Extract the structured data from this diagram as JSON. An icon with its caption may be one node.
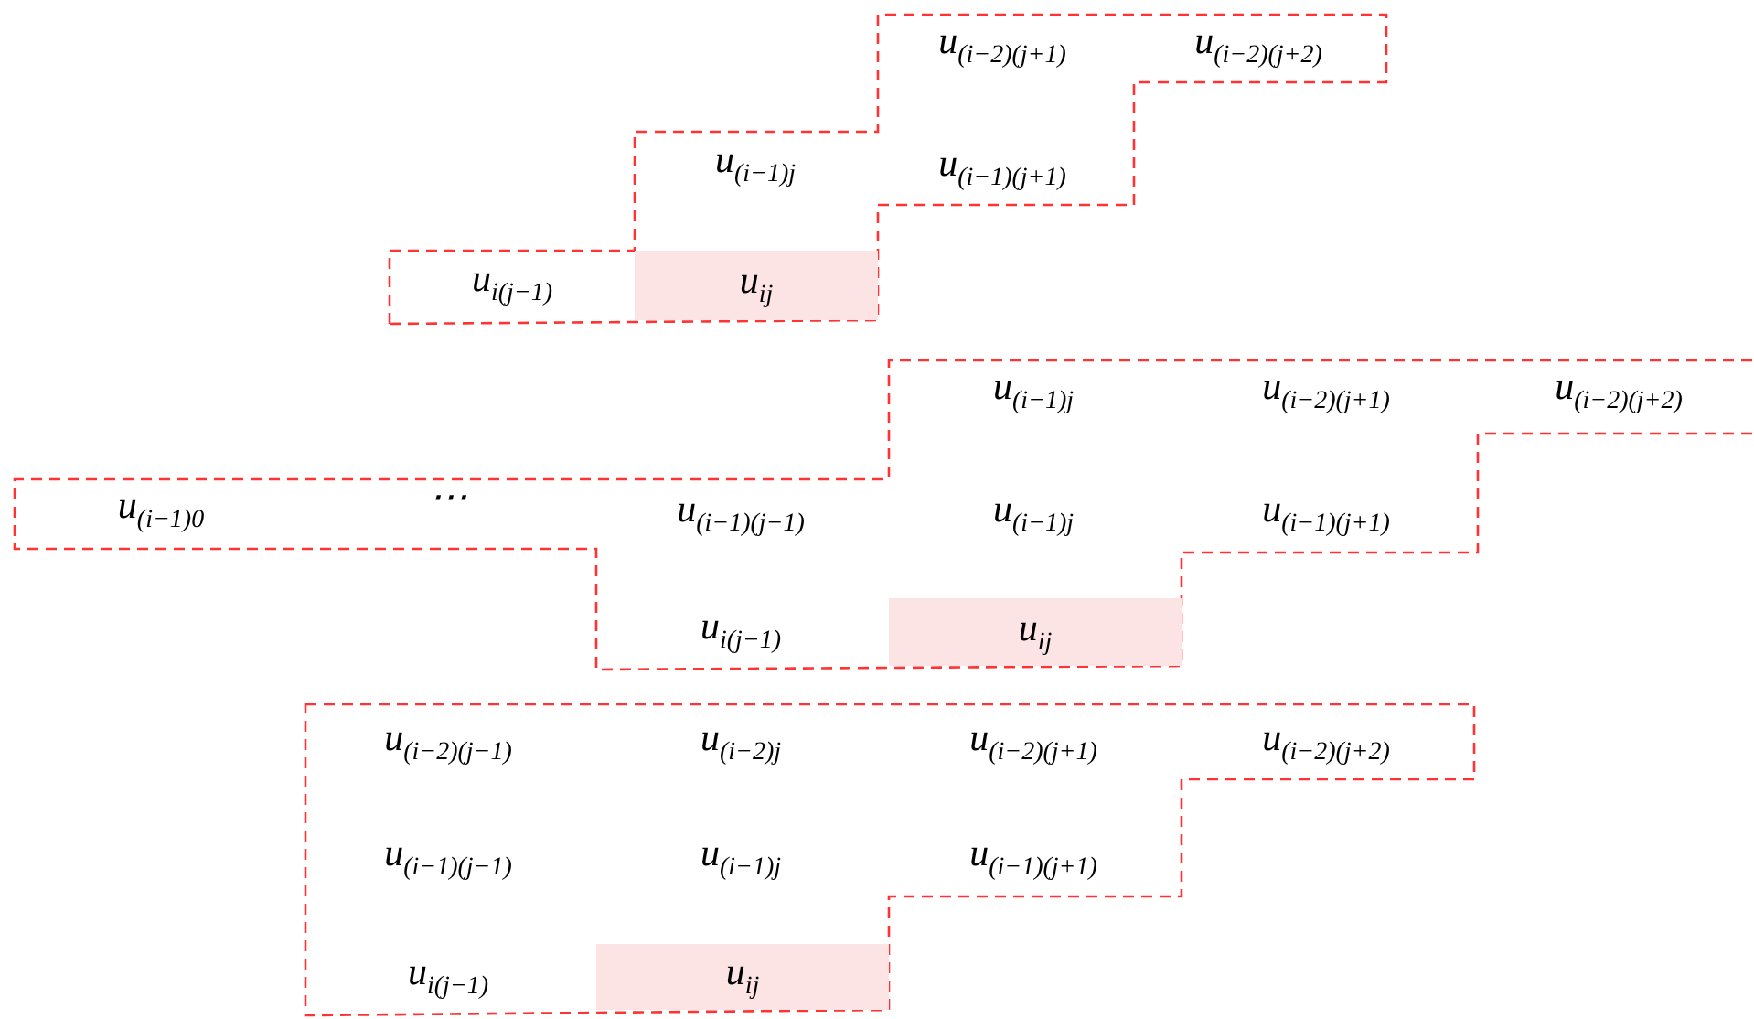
{
  "diagram": {
    "nodes": [
      {
        "text": [],
        "shape": "polygon"
      },
      {
        "text": [
          "u$_{ij}$"
        ],
        "in": 0
      },
      {
        "text": [],
        "shape": "polygon"
      },
      {
        "text": [
          "u$_{ij}$"
        ],
        "in": 2
      },
      {
        "text": [],
        "shape": "polygon"
      },
      {
        "text": [
          "u$_{ij}$"
        ],
        "in": 4
      }
    ],
    "labels": [
      "u$_{(i−2)(j+1)}$",
      "u$_{(i−2)(j+2)}$",
      "u$_{(i−1)j}$",
      "u$_{(i−1)(j+1)}$",
      "u$_{i(j−1)}$",
      "u$_{(i−1)j}$",
      "u$_{(i−2)(j+1)}$",
      "u$_{(i−2)(j+2)}$",
      "u$_{(i−1)0}$",
      "⋯",
      "u$_{(i−1)(j−1)}$",
      "u$_{(i−1)j}$",
      "u$_{(i−1)(j+1)}$",
      "u$_{i(j−1)}$",
      "u$_{(i−2)(j−1)}$",
      "u$_{(i−2)j}$",
      "u$_{(i−2)(j+1)}$",
      "u$_{(i−2)(j+2)}$",
      "u$_{(i−1)(j−1)}$",
      "u$_{(i−1)j}$",
      "u$_{(i−1)(j+1)}$",
      "u$_{i(j−1)}$"
    ]
  }
}
